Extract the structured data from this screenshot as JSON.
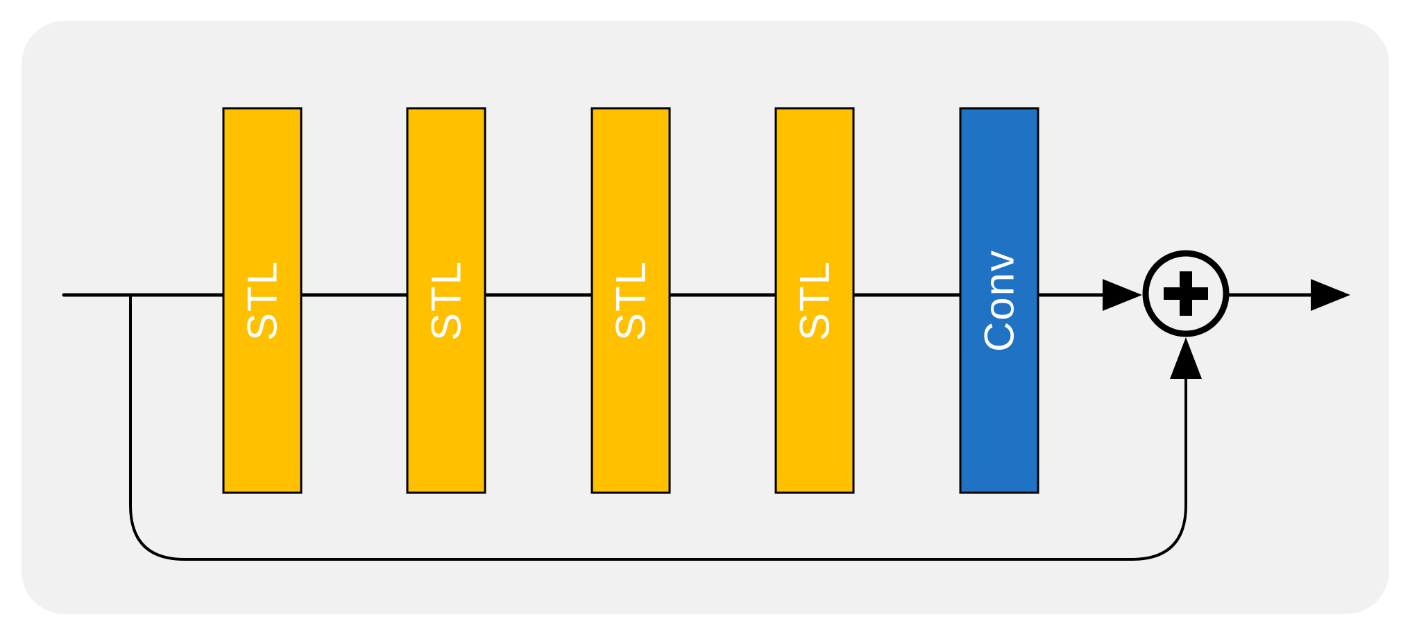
{
  "diagram": {
    "kind": "residual-block-diagram",
    "blocks": [
      {
        "id": "stl-1",
        "label": "STL",
        "color": "#FFC000",
        "text_color": "#FFFFFF"
      },
      {
        "id": "stl-2",
        "label": "STL",
        "color": "#FFC000",
        "text_color": "#FFFFFF"
      },
      {
        "id": "stl-3",
        "label": "STL",
        "color": "#FFC000",
        "text_color": "#FFFFFF"
      },
      {
        "id": "stl-4",
        "label": "STL",
        "color": "#FFC000",
        "text_color": "#FFFFFF"
      },
      {
        "id": "conv",
        "label": "Conv",
        "color": "#1F72C4",
        "text_color": "#FFFFFF"
      }
    ],
    "operator": {
      "symbol": "+",
      "icon": "plus-icon",
      "meaning": "element-wise addition"
    },
    "icons": [
      "arrow-right-icon",
      "arrow-up-icon",
      "plus-icon"
    ],
    "colors": {
      "canvas_bg": "#FFFFFF",
      "panel_bg": "#F1F1F1",
      "line": "#000000",
      "block_border": "#000000"
    }
  }
}
